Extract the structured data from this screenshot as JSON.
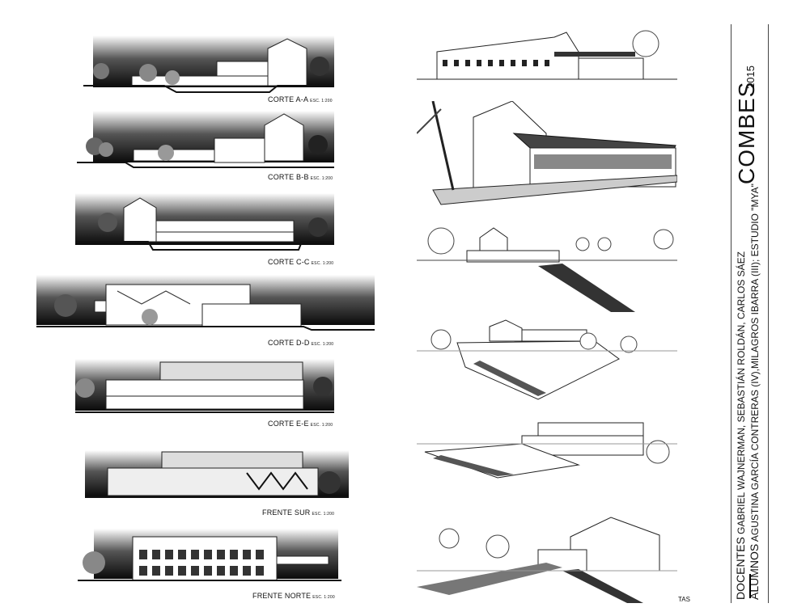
{
  "sections": [
    {
      "name": "CORTE A-A",
      "scale": "ESC. 1:200"
    },
    {
      "name": "CORTE B-B",
      "scale": "ESC. 1:200"
    },
    {
      "name": "CORTE C-C",
      "scale": "ESC. 1:200"
    },
    {
      "name": "CORTE D-D",
      "scale": "ESC. 1:200"
    },
    {
      "name": "CORTE E-E",
      "scale": "ESC. 1:200"
    },
    {
      "name": "FRENTE SUR",
      "scale": "ESC. 1:200"
    },
    {
      "name": "FRENTE NORTE",
      "scale": "ESC. 1:200"
    }
  ],
  "sidebar": {
    "title": "COMBES",
    "year": "2015",
    "docentes_label": "DOCENTES",
    "docentes": "GABRIEL WAJNERMAN, SEBASTIÁN ROLDÁN, CARLOS SÁEZ",
    "alumnos_label": "ALUMNOS",
    "alumnos": "AGUSTINA GARCÍA CONTRERAS (IV),MILAGROS IBARRA (III); ESTUDIO \"MYA\""
  },
  "footer": {
    "tas": "TAS"
  }
}
